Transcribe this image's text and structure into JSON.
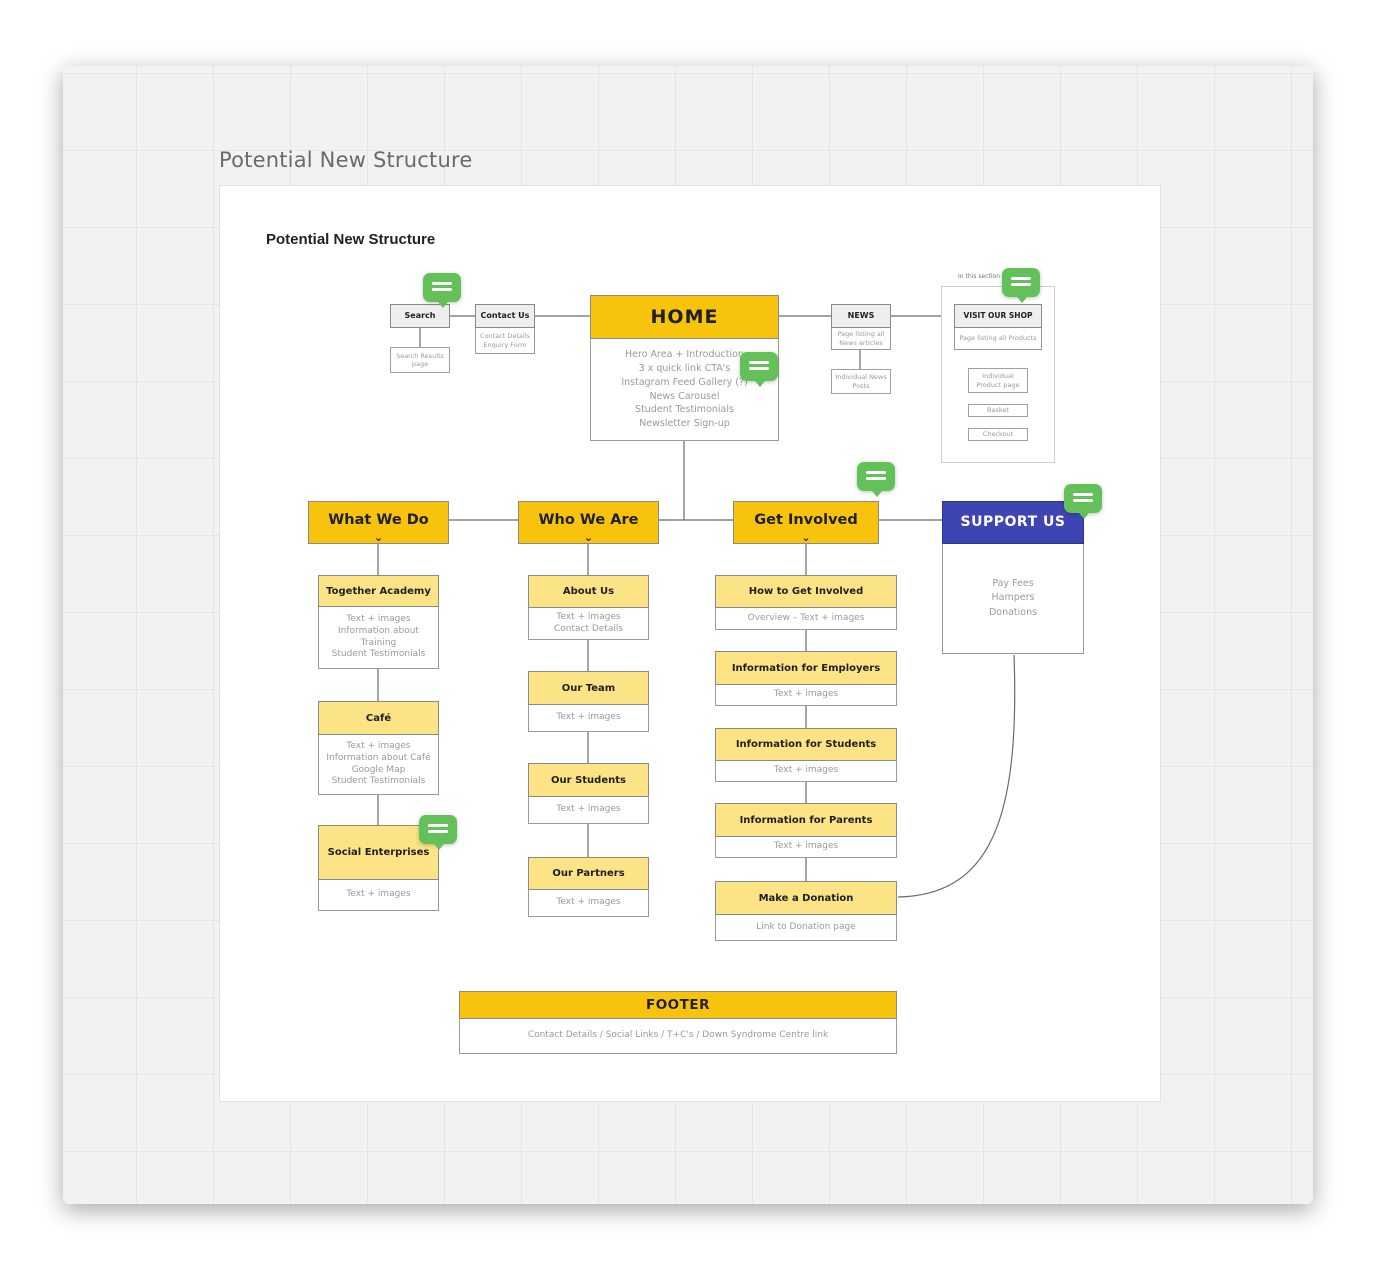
{
  "frame": {
    "title": "Potential New Structure"
  },
  "board": {
    "title": "Potential New Structure"
  },
  "top": {
    "search": {
      "title": "Search",
      "body": [
        "Search Results",
        "page"
      ]
    },
    "contact": {
      "title": "Contact Us",
      "body": [
        "Contact Details",
        "Enquiry Form"
      ]
    },
    "home": {
      "title": "HOME",
      "body": [
        "Hero Area + Introduction",
        "3 x quick link CTA's",
        "Instagram Feed Gallery (?)",
        "News Carousel",
        "Student Testimonials",
        "Newsletter Sign-up"
      ]
    },
    "news": {
      "title": "NEWS",
      "body": [
        "Page listing all",
        "News articles"
      ],
      "child": [
        "Individual News",
        "Posts"
      ]
    },
    "shop": {
      "section_label": "In this section",
      "title": "VISIT OUR SHOP",
      "body": "Page listing all Products",
      "product": [
        "Individual",
        "Product page"
      ],
      "basket": "Basket",
      "checkout": "Checkout"
    }
  },
  "sections": {
    "what_we_do": {
      "title": "What We Do",
      "chevron": "⌄",
      "children": [
        {
          "title": "Together Academy",
          "body": [
            "Text + images",
            "Information about",
            "Training",
            "Student Testimonials"
          ]
        },
        {
          "title": "Café",
          "body": [
            "Text + images",
            "Information about Café",
            "Google Map",
            "Student Testimonials"
          ]
        },
        {
          "title": "Social Enterprises",
          "body": [
            "Text + images"
          ]
        }
      ]
    },
    "who_we_are": {
      "title": "Who We Are",
      "chevron": "⌄",
      "children": [
        {
          "title": "About Us",
          "body": [
            "Text + images",
            "Contact Details"
          ]
        },
        {
          "title": "Our Team",
          "body": [
            "Text + images"
          ]
        },
        {
          "title": "Our Students",
          "body": [
            "Text + images"
          ]
        },
        {
          "title": "Our Partners",
          "body": [
            "Text + images"
          ]
        }
      ]
    },
    "get_involved": {
      "title": "Get Involved",
      "chevron": "⌄",
      "children": [
        {
          "title": "How to Get Involved",
          "body": [
            "Overview – Text + images"
          ]
        },
        {
          "title": "Information for Employers",
          "body": [
            "Text + images"
          ]
        },
        {
          "title": "Information for Students",
          "body": [
            "Text + images"
          ]
        },
        {
          "title": "Information for Parents",
          "body": [
            "Text + images"
          ]
        },
        {
          "title": "Make a Donation",
          "body": [
            "Link to Donation page"
          ]
        }
      ]
    },
    "support_us": {
      "title": "SUPPORT US",
      "body": [
        "Pay Fees",
        "Hampers",
        "Donations"
      ]
    }
  },
  "footer": {
    "title": "FOOTER",
    "body": "Contact Details / Social Links / T+C's / Down Syndrome Centre link"
  },
  "colors": {
    "gold": "#f8c30c",
    "light_gold": "#fce385",
    "support_blue": "#3f44b3",
    "comment_green": "#64c15a"
  },
  "icons": [
    "comment-icon"
  ]
}
